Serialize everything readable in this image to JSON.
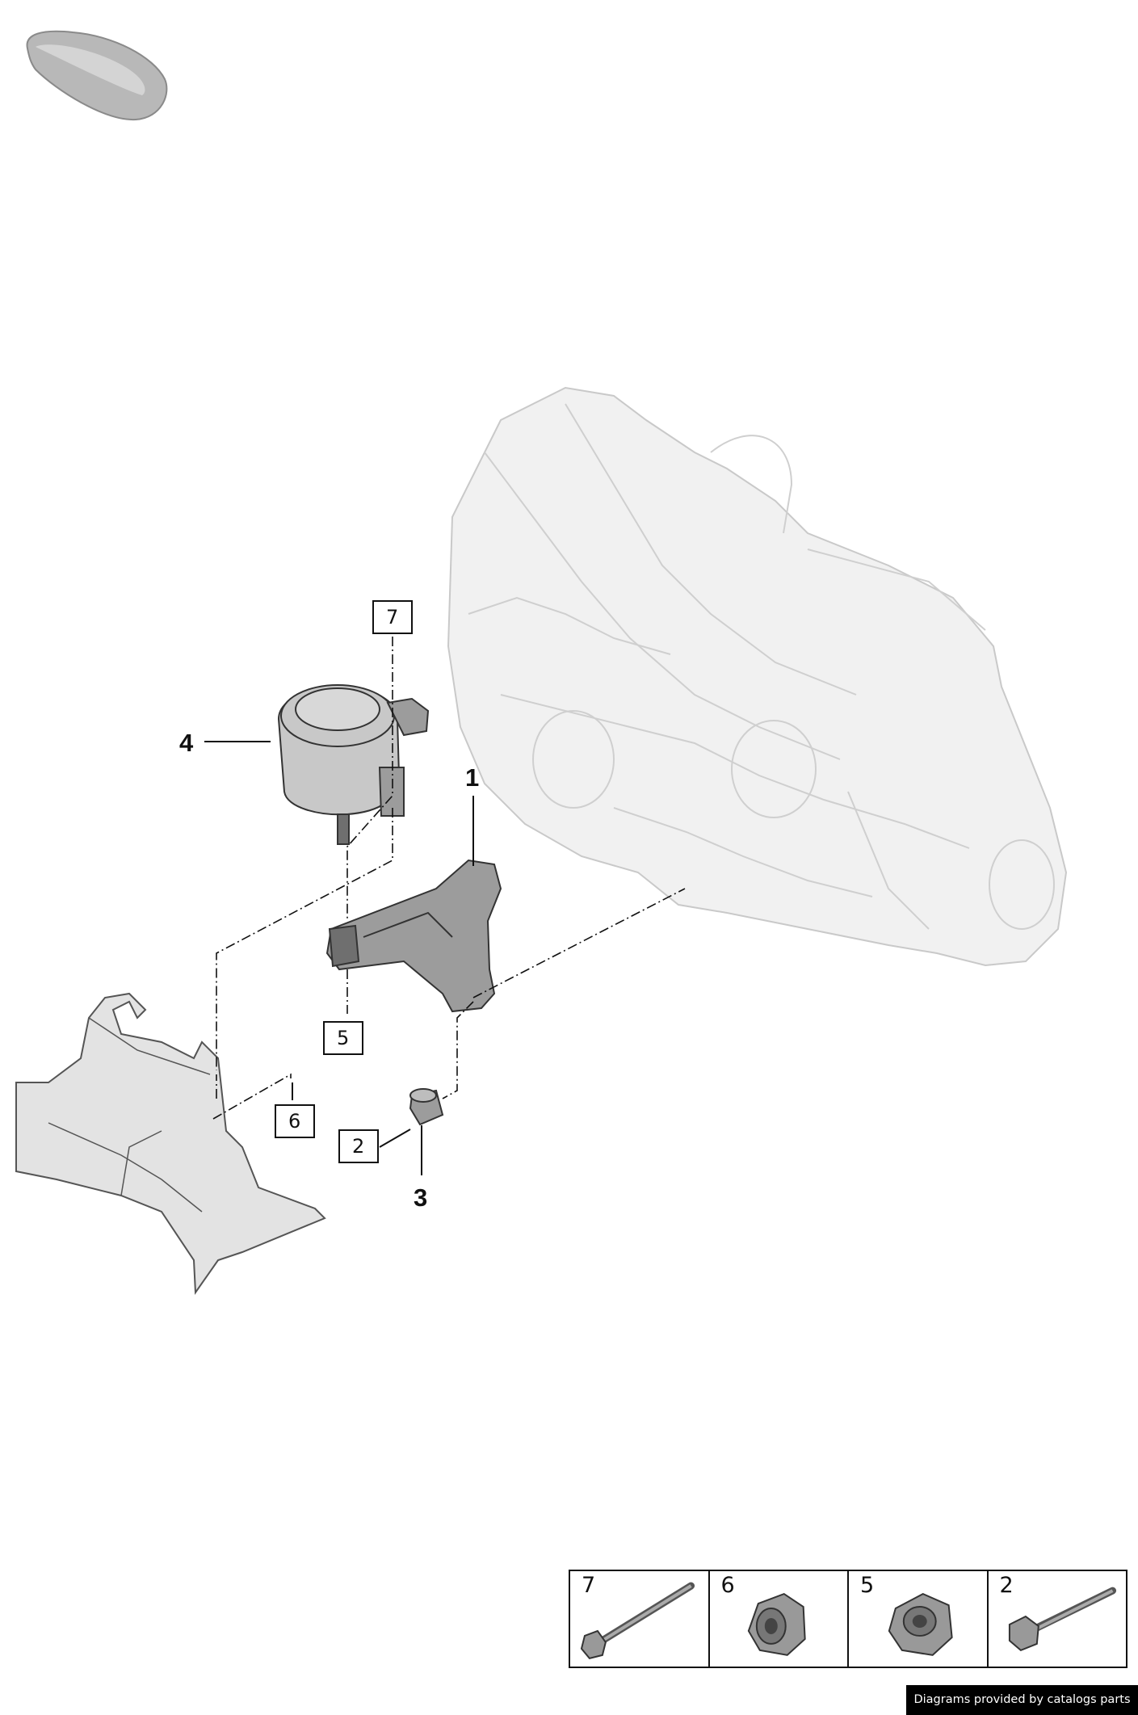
{
  "callouts": {
    "c1": "1",
    "c3": "3",
    "c4": "4"
  },
  "boxes": {
    "b7": "7",
    "b5": "5",
    "b6": "6",
    "b2": "2"
  },
  "legend": [
    {
      "num": "7",
      "icon": "long-bolt-icon"
    },
    {
      "num": "6",
      "icon": "flange-nut-icon"
    },
    {
      "num": "5",
      "icon": "hex-nut-icon"
    },
    {
      "num": "2",
      "icon": "short-bolt-icon"
    }
  ],
  "credit": "Diagrams provided by catalogs parts",
  "colors": {
    "part": "#9c9c9c",
    "ghost": "#f1f1f1",
    "line": "#111111"
  }
}
